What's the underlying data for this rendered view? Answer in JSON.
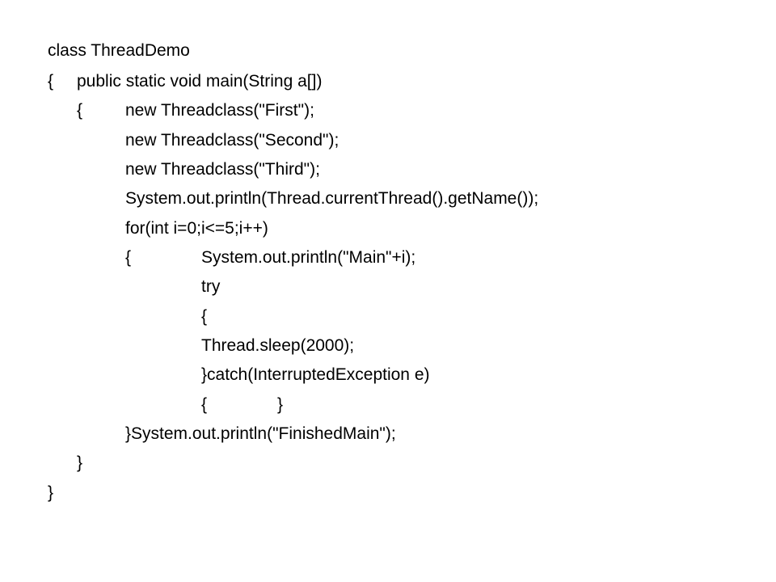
{
  "slide": {
    "code_lines": [
      {
        "text": "class ThreadDemo"
      },
      {
        "text": "{"
      },
      {
        "text": "public static void main(String a[])"
      },
      {
        "text": "{"
      },
      {
        "text": "new Threadclass(\"First\");"
      },
      {
        "text": "new Threadclass(\"Second\");"
      },
      {
        "text": "new Threadclass(\"Third\");"
      },
      {
        "text": "System.out.println(Thread.currentThread().getName());"
      },
      {
        "text": "for(int i=0;i<=5;i++)"
      },
      {
        "text": "{"
      },
      {
        "text": "System.out.println(\"Main\"+i);"
      },
      {
        "text": "try"
      },
      {
        "text": "{"
      },
      {
        "text": "Thread.sleep(2000);"
      },
      {
        "text": "}catch(InterruptedException e)"
      },
      {
        "text": "{"
      },
      {
        "text": "}"
      },
      {
        "text": "}System.out.println(\"FinishedMain\");"
      },
      {
        "text": "}"
      },
      {
        "text": "}"
      }
    ]
  }
}
